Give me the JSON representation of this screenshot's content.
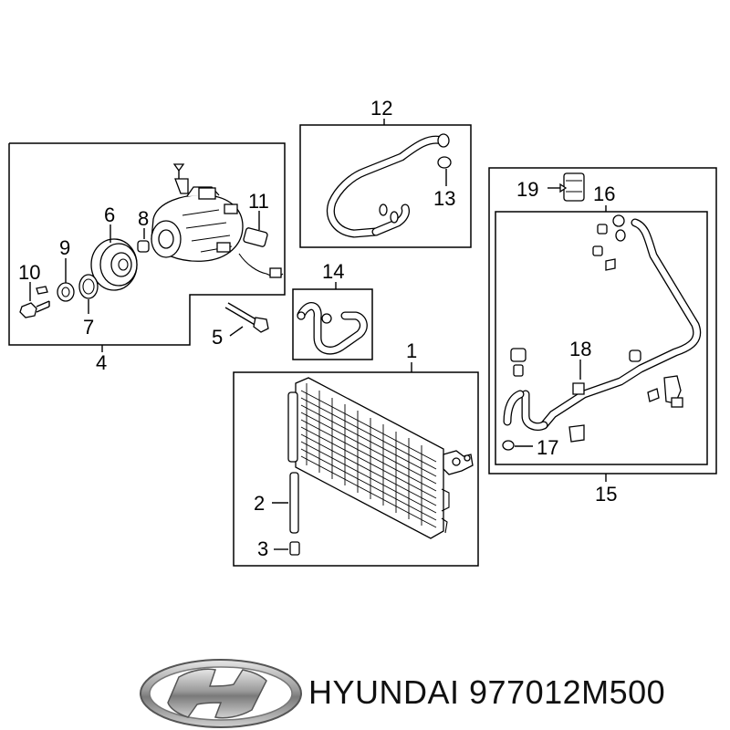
{
  "callouts": {
    "c1": "1",
    "c2": "2",
    "c3": "3",
    "c4": "4",
    "c5": "5",
    "c6": "6",
    "c7": "7",
    "c8": "8",
    "c9": "9",
    "c10": "10",
    "c11": "11",
    "c12": "12",
    "c13": "13",
    "c14": "14",
    "c15": "15",
    "c16": "16",
    "c17": "17",
    "c18": "18",
    "c19": "19"
  },
  "brand": {
    "logo_icon": "hyundai-logo-icon",
    "text": "HYUNDAI 977012M500"
  }
}
